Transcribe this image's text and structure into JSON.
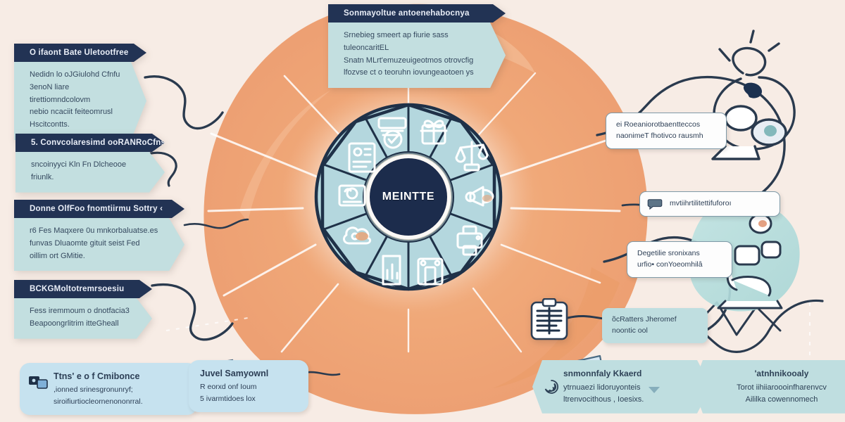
{
  "meta": {
    "background_color": "#f7ece5",
    "accent_orange": "#f0a878",
    "accent_teal": "#bfdee0",
    "accent_navy": "#223354",
    "accent_light_blue": "#c6e2ef"
  },
  "hub": {
    "label": "MEINTTE",
    "segment_icons": [
      "badge-icon",
      "gift-icon",
      "balance-scale-icon",
      "megaphone-icon",
      "print-icon",
      "building-icon",
      "document-icon",
      "cloud-icon",
      "disc-icon",
      "card-icon"
    ]
  },
  "top_callout": {
    "title": "Sonmayoltue antoenehabocnya",
    "lines": [
      "Srnebieg smeert ap fiurie sass tuleoncaritEL",
      "Snatn MLrt'emuzeuigeotmos otrovcfig",
      "lfozvse ct o teoruhn iovungeaotoen ys"
    ]
  },
  "left_cards": [
    {
      "title": "O  ifaont Bate Uletootfree",
      "lines": [
        "Nedidn lo oJGiulohd Cfnfu",
        "3enoN liare tirettiomndcolovm",
        "nebio ncaciit feiteomrusl",
        "Hscitcontts."
      ]
    },
    {
      "title": "5. Convcolaresimd ooRANRoCfns",
      "lines": [
        "sncoinyyci Kln Fn Dlcheooe",
        "friunlk."
      ]
    },
    {
      "title": "Donne OlfFoo fnomtiirmu Sottry  ‹",
      "lines": [
        "r6  Fes Maqxere 0u mnkorbaluatse.es",
        "funvas Dluaomte gituit seist Fed",
        "oillim ort GMitie."
      ]
    },
    {
      "title": "BCKGMoltotremrsoesiu",
      "lines": [
        "Fess iremmoum o dnotfacia3",
        "Beapoongrlitrim itteGheall"
      ]
    }
  ],
  "right_boxes": [
    {
      "lines": [
        "ei Roeaniorotbaentteccos",
        "naonimeT fhotivco  rausmh"
      ],
      "icon": ""
    },
    {
      "lines": [
        "mvtiihrtilitettifuforoı"
      ],
      "icon": "speech-bubble-icon"
    },
    {
      "lines": [
        "Degetilie sronixans",
        "urfio• conYoeomhilâ"
      ],
      "icon": ""
    }
  ],
  "teal_pill": {
    "lines": [
      "õсRatters  Jheromef",
      "noontic ool"
    ]
  },
  "bottom_left_cards": [
    {
      "title": "Ttns' e o f Cmibonce",
      "lines": [
        ",ionned  srinesgronunryf;",
        "siroifiurtiocleornenononrral."
      ],
      "icon": "dual-screen-icon"
    },
    {
      "title": "Juvel  Samyownl",
      "lines": [
        "R eorxd  onf Ioum",
        "5 ivarmtidoes lox"
      ],
      "icon": ""
    }
  ],
  "bottom_chevrons": [
    {
      "title": "snmonnfaly Kkaerd",
      "lines": [
        "ytrnuaezi lidoruyonteis",
        "ltrenvocithous , Ioesixs."
      ],
      "icon": "spiral-icon"
    },
    {
      "title": "'atnhnikooaly",
      "lines": [
        "Torot iihiiaroooinfharenvcv",
        "Aililka  cowennomech"
      ],
      "icon": ""
    }
  ],
  "clipboard": {
    "icon": "clipboard-lines-icon"
  }
}
